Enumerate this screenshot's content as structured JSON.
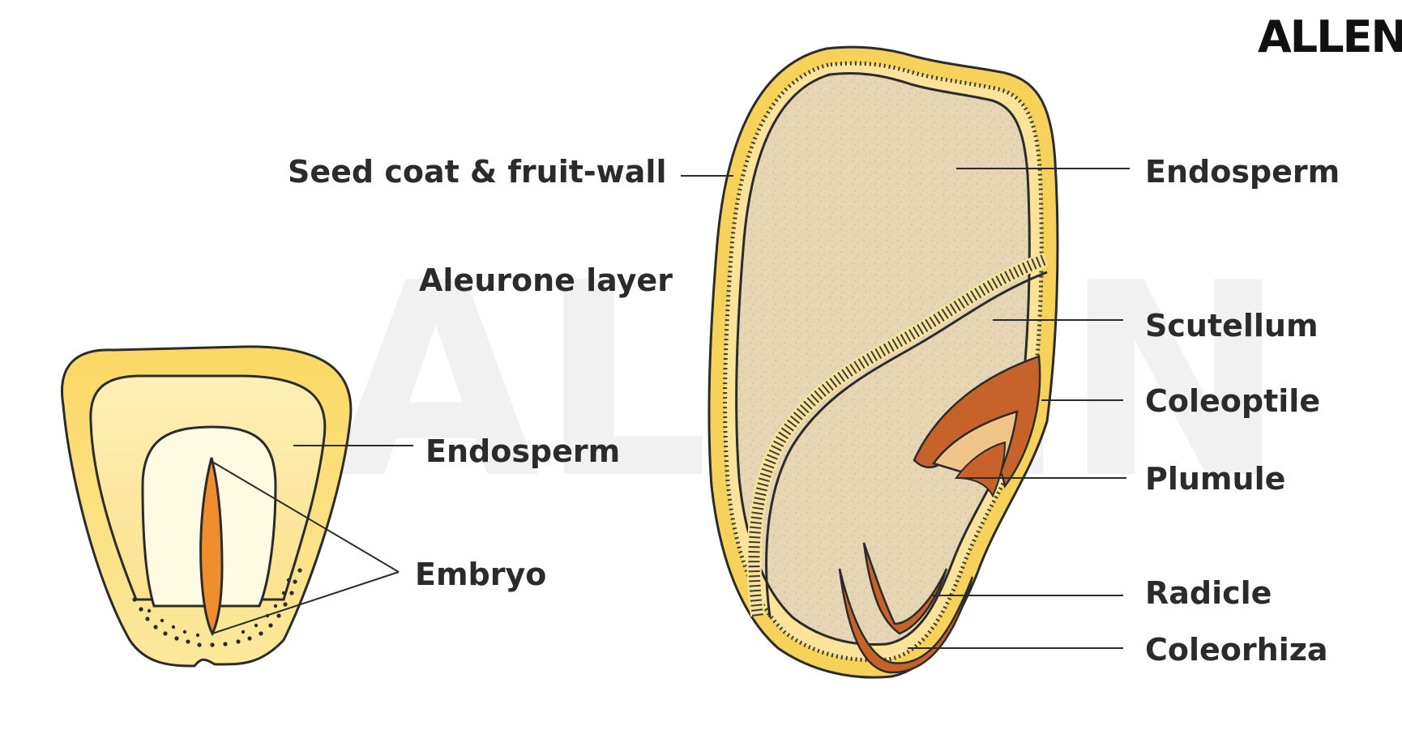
{
  "logo": {
    "text": "ALLEN"
  },
  "watermark": {
    "text": "ALLEN"
  },
  "colors": {
    "seed_coat": "#f7d25a",
    "aleurone": "#fbe7a0",
    "endosperm_grain": "#e7d6b4",
    "embryo_brown": "#c7632a",
    "small_seed_outer": "#fbd865",
    "small_seed_middle": "#fdeeb3",
    "small_seed_inner": "#fffbe2",
    "small_embryo": "#f08e2e"
  },
  "small_seed": {
    "labels": {
      "endosperm": "Endosperm",
      "embryo": "Embryo"
    }
  },
  "grain": {
    "labels": {
      "seed_coat": "Seed coat & fruit-wall",
      "aleurone": "Aleurone layer",
      "endosperm": "Endosperm",
      "scutellum": "Scutellum",
      "coleoptile": "Coleoptile",
      "plumule": "Plumule",
      "radicle": "Radicle",
      "coleorhiza": "Coleorhiza"
    }
  }
}
